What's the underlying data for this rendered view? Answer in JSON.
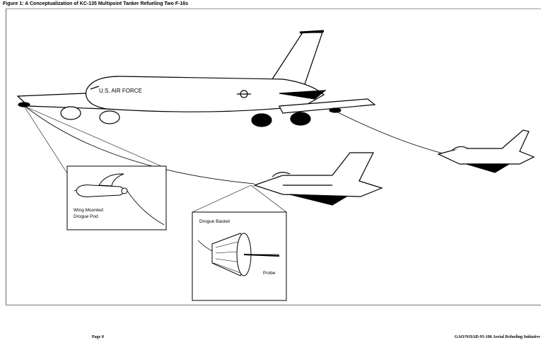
{
  "figure_title": "Figure 1: A Conceptualization of KC-135 Multipoint Tanker Refueling Two F-16s",
  "illustration": {
    "tanker_marking": "U.S. AIR FORCE",
    "inset_pod_label_line1": "Wing Mounted",
    "inset_pod_label_line2": "Drogue Pod",
    "inset_basket_label": "Drogue Basket",
    "inset_probe_label": "Probe"
  },
  "footer": {
    "page": "Page 8",
    "report": "GAO/NSIAD-93-186 Aerial Refueling Initiative"
  }
}
